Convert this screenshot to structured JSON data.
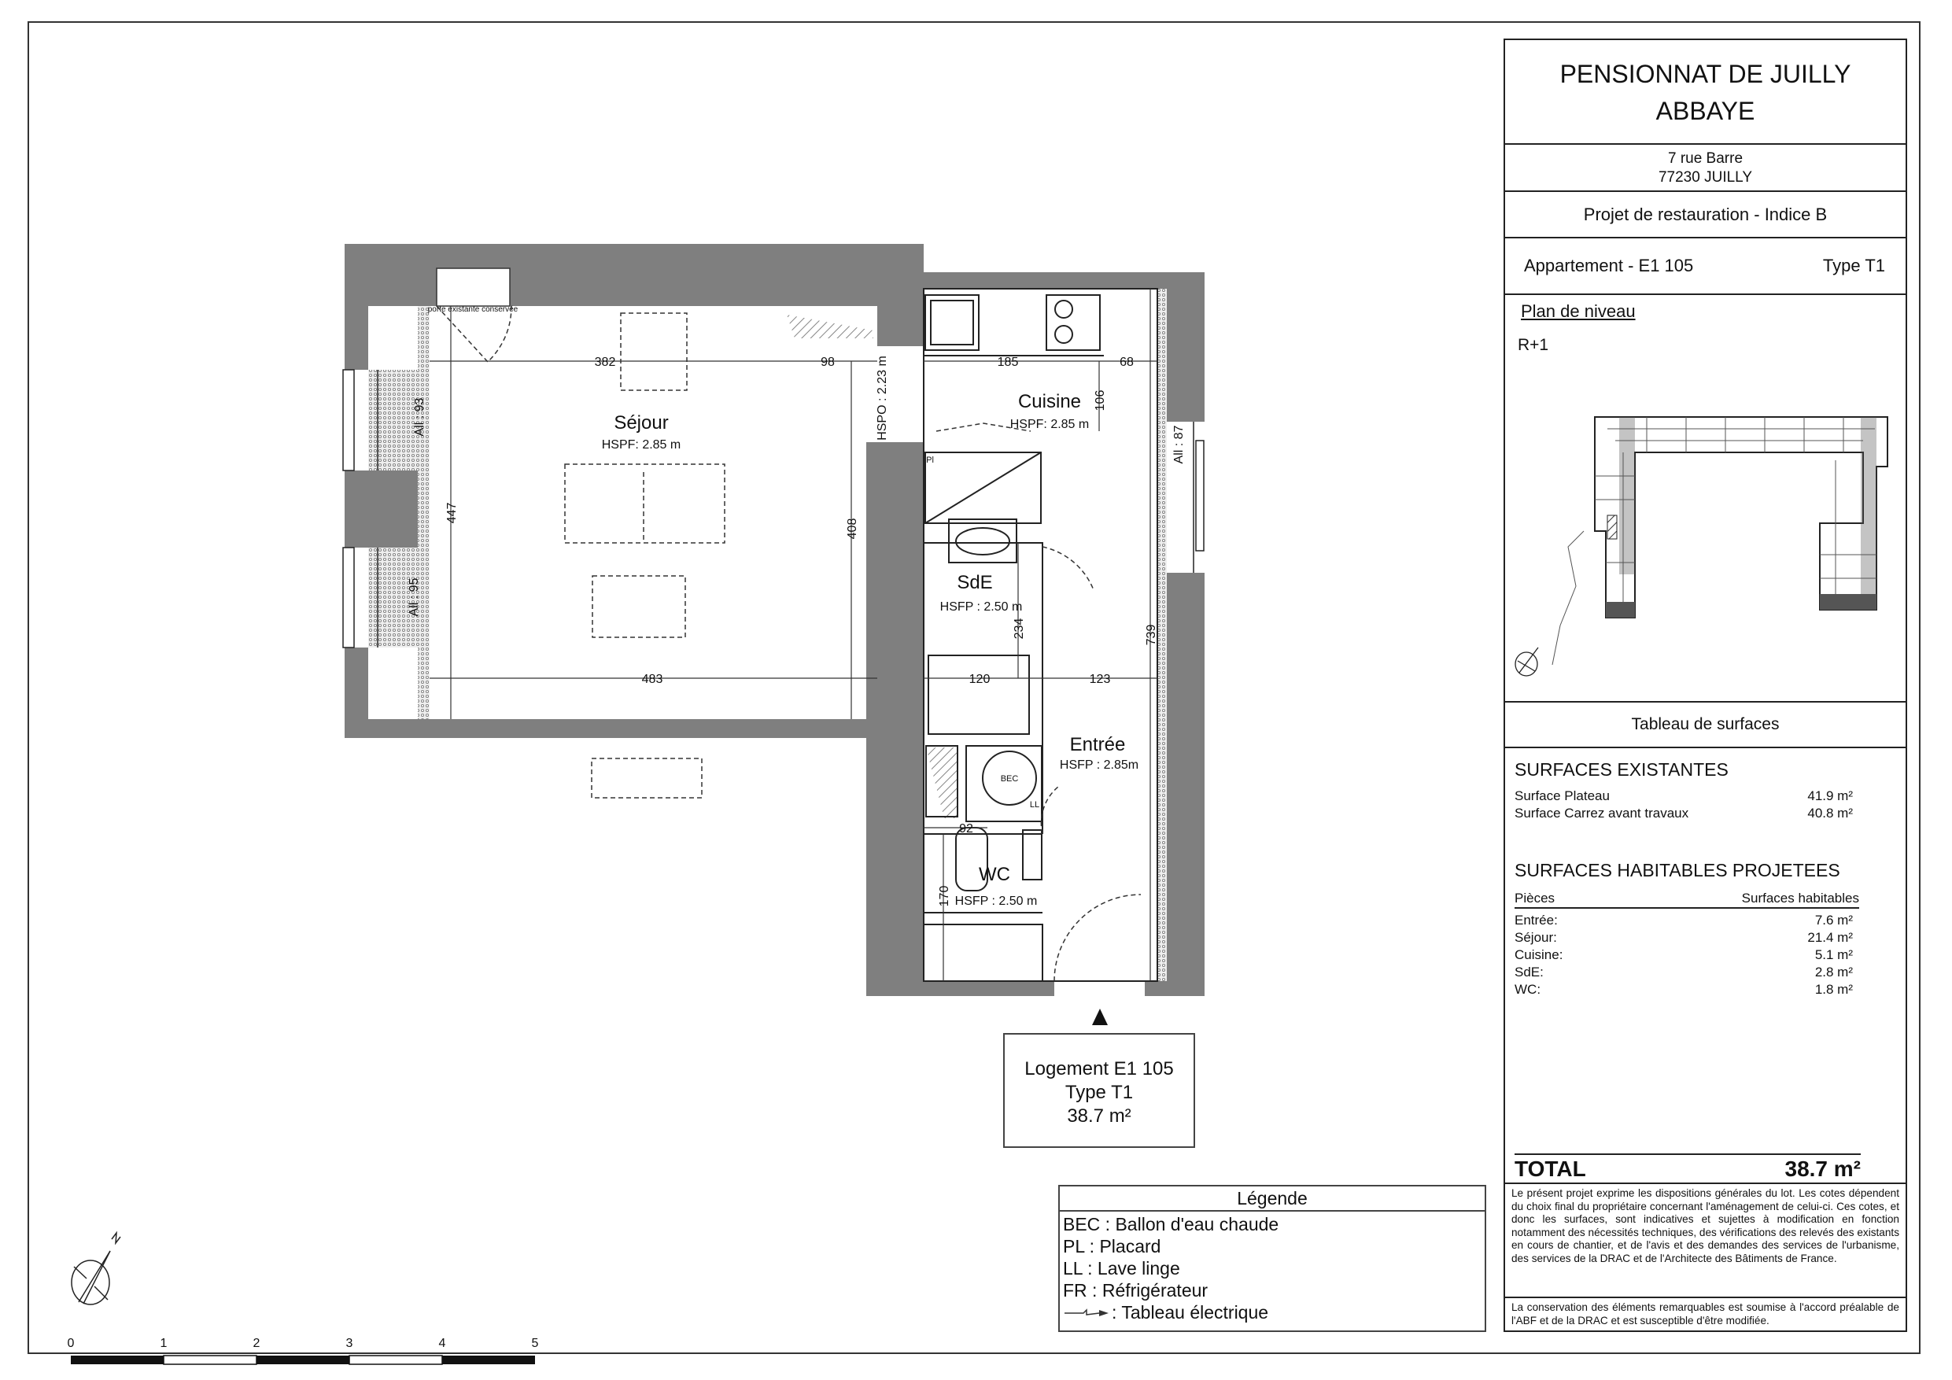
{
  "title_block": {
    "project_line1": "PENSIONNAT DE JUILLY",
    "project_line2": "ABBAYE",
    "address_line1": "7 rue Barre",
    "address_line2": "77230 JUILLY",
    "project": "Projet de restauration - Indice B",
    "apartment": "Appartement -  E1 105",
    "type": "Type T1",
    "plan_label": "Plan de niveau",
    "level": "R+1"
  },
  "surfaces": {
    "title": "Tableau de surfaces",
    "existing_title": "SURFACES EXISTANTES",
    "existing": [
      {
        "label": "Surface Plateau",
        "value": "41.9 m²"
      },
      {
        "label": "Surface Carrez avant travaux",
        "value": "40.8 m²"
      }
    ],
    "projected_title": "SURFACES HABITABLES PROJETEES",
    "col_rooms": "Pièces",
    "col_surfaces": "Surfaces habitables",
    "rooms": [
      {
        "label": "Entrée:",
        "value": "7.6 m²"
      },
      {
        "label": "Séjour:",
        "value": "21.4 m²"
      },
      {
        "label": "Cuisine:",
        "value": "5.1 m²"
      },
      {
        "label": "SdE:",
        "value": "2.8 m²"
      },
      {
        "label": "WC:",
        "value": "1.8 m²"
      }
    ],
    "total_label": "TOTAL",
    "total_value": "38.7 m²"
  },
  "disclaimer": "Le présent projet exprime les dispositions générales du lot. Les cotes dépendent du choix final du propriétaire concernant l'aménagement de celui-ci. Ces cotes, et donc les surfaces, sont indicatives et sujettes à modification en fonction notamment des nécessités techniques, des vérifications des relevés des existants en cours de chantier, et de l'avis et des demandes des services de l'urbanisme, des services de la DRAC et de l'Architecte des Bâtiments de France.",
  "conservation_note": "La conservation des éléments remarquables est soumise à l'accord préalable de l'ABF et de la DRAC et est susceptible d'être modifiée.",
  "plan": {
    "rooms": {
      "sejour": {
        "name": "Séjour",
        "height": "HSPF: 2.85 m"
      },
      "cuisine": {
        "name": "Cuisine",
        "height": "HSPF: 2.85 m"
      },
      "sde": {
        "name": "SdE",
        "height": "HSFP : 2.50 m"
      },
      "entree": {
        "name": "Entrée",
        "height": "HSFP : 2.85m"
      },
      "wc": {
        "name": "WC",
        "height": "HSFP : 2.50 m"
      }
    },
    "door_note": "porte existante conservée",
    "hspo": "HSPO : 2.23 m",
    "dims": {
      "d382": "382",
      "d98": "98",
      "d185": "185",
      "d68": "68",
      "d106": "106",
      "d447": "447",
      "d408": "408",
      "d483": "483",
      "d120": "120",
      "d123": "123",
      "d234": "234",
      "d739": "739",
      "d92": "92",
      "d170": "170"
    },
    "allege": {
      "a93": "All : 93",
      "a95": "All : 95",
      "a87": "All : 87"
    },
    "labels": {
      "bec": "BEC",
      "ll": "LL",
      "pl": "Pl"
    }
  },
  "unit_box": {
    "line1": "Logement E1 105",
    "line2": "Type T1",
    "line3": "38.7 m²"
  },
  "legend": {
    "title": "Légende",
    "items": [
      "BEC : Ballon d'eau chaude",
      "PL : Placard",
      "LL : Lave linge",
      "FR : Réfrigérateur",
      ": Tableau électrique"
    ]
  },
  "scale_bar": {
    "ticks": [
      "0",
      "1",
      "2",
      "3",
      "4",
      "5"
    ]
  },
  "colors": {
    "wall": "#7f7f7f",
    "line": "#111111"
  }
}
